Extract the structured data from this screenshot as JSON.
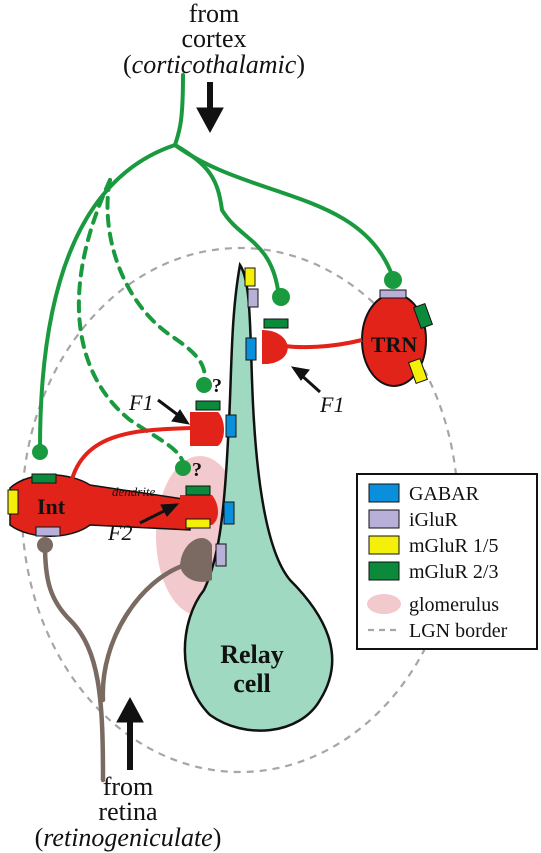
{
  "top_source": {
    "line1": "from",
    "line2": "cortex",
    "line3_open": "(",
    "line3_italic": "corticothalamic",
    "line3_close": ")"
  },
  "bottom_source": {
    "line1": "from",
    "line2": "retina",
    "line3_open": "(",
    "line3_italic": "retinogeniculate",
    "line3_close": ")"
  },
  "cells": {
    "relay_line1": "Relay",
    "relay_line2": "cell",
    "interneuron": "Int",
    "trn": "TRN"
  },
  "labels": {
    "f1_left": "F1",
    "f1_right": "F1",
    "f2": "F2",
    "dendrite": "dendrite",
    "question": "?"
  },
  "legend": {
    "items": [
      {
        "label": "GABAR",
        "color": "#0a8fdc"
      },
      {
        "label": "iGluR",
        "color": "#b8b0d8"
      },
      {
        "label": "mGluR 1/5",
        "color": "#f5f00a"
      },
      {
        "label": "mGluR 2/3",
        "color": "#0a8a3a"
      },
      {
        "label": "glomerulus",
        "color": "#f2c9cc"
      },
      {
        "label": "LGN border",
        "color": "#a6a6a6"
      }
    ]
  },
  "colors": {
    "axon_green": "#1a9a3e",
    "red_cell": "#e2231a",
    "relay_fill": "#9fd9c2",
    "retina_brown": "#7a6a62"
  }
}
